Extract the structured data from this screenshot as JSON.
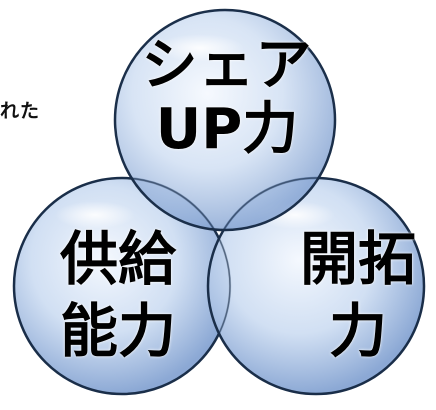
{
  "diagram": {
    "fragment_text": "れた",
    "circles": [
      {
        "id": "top",
        "lines": [
          "シェア",
          "UP力"
        ]
      },
      {
        "id": "left",
        "lines": [
          "供給",
          "能力"
        ]
      },
      {
        "id": "right",
        "lines": [
          "開拓",
          "力"
        ]
      }
    ]
  },
  "colors": {
    "bubble_edge": "#1b2f4a",
    "bubble_center": "#f4f8fe",
    "bubble_mid": "#c9daf1",
    "bubble_rim": "#7f9fd0",
    "text": "#000000"
  }
}
